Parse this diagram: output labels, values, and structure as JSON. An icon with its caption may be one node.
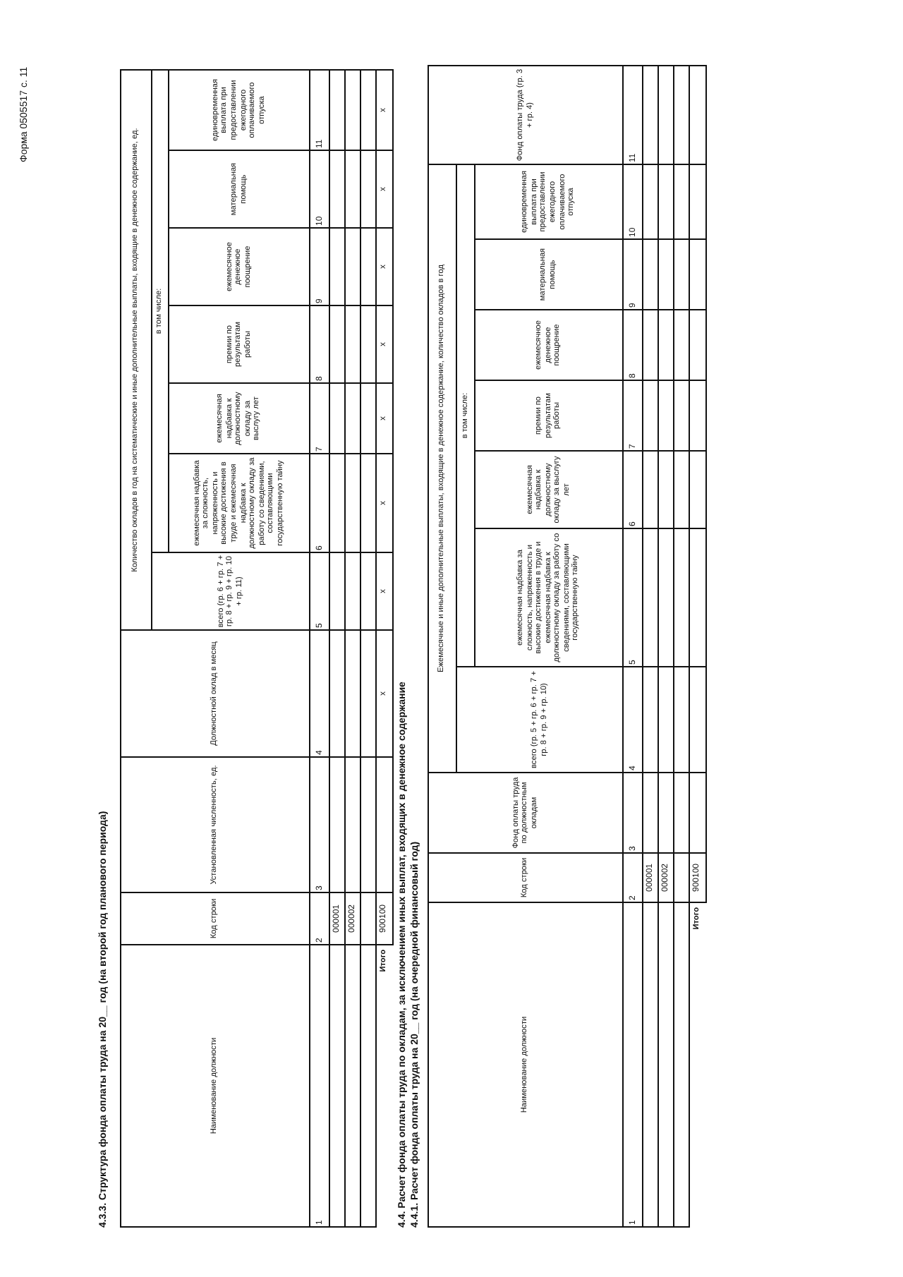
{
  "diagram": {
    "labels": [
      "Форма 0505517 с. 11",
      "4.3.3. Структура фонда оплаты труда на 20__ год (на второй год планового периода)",
      "Наименование должности",
      "Код строки",
      "Установленная численность, ед.",
      "Должностной оклад в месяц",
      "Количество окладов в год на систематические и иные дополнительные выплаты, входящие в денежное содержание, ед.",
      "всего (гр. 6 + гр. 7 + гр. 8 + гр. 9 + гр. 10 + гр. 11)",
      "в том числе:",
      "ежемесячная надбавка за сложность, напряженность и высокие достижения в труде и ежемесячная надбавка к должностному окладу за работу со сведениями, составляющими государственную тайну",
      "ежемесячная надбавка к должностному окладу за выслугу лет",
      "премии по результатам работы",
      "ежемесячное денежное поощрение",
      "материальная помощь",
      "единовременная выплата при предоставлении ежегодного оплачиваемого отпуска",
      "1",
      "2",
      "3",
      "4",
      "5",
      "6",
      "7",
      "8",
      "9",
      "10",
      "11",
      "000001",
      "000002",
      "Итого",
      "900100",
      "х",
      "х",
      "х",
      "х",
      "х",
      "х",
      "х",
      "х",
      "4.4. Расчет фонда оплаты труда по окладам, за исключением иных выплат, входящих в денежное содержание",
      "4.4.1. Расчет фонда оплаты труда на 20__ год (на очередной финансовый год)",
      "Наименование должности",
      "Код строки",
      "Фонд оплаты труда по должностным окладам",
      "Ежемесячные и иные дополнительные выплаты, входящие в денежное содержание, количество окладов в год",
      "Фонд оплаты труда (гр. 3 + гр. 4)",
      "всего (гр. 5 + гр. 6 + гр. 7 + гр. 8 + гр. 9 + гр. 10)",
      "в том числе:",
      "ежемесячная надбавка за сложность, напряженность и высокие достижения в труде и ежемесячная надбавка к должностному окладу за работу со сведениями, составляющими государственную тайну",
      "ежемесячная надбавка к должностному окладу за выслугу лет",
      "премии по результатам работы",
      "ежемесячное денежное поощрение",
      "материальная помощь",
      "единовременная выплата при предоставлении ежегодного оплачиваемого отпуска",
      "1",
      "2",
      "3",
      "4",
      "5",
      "6",
      "7",
      "8",
      "9",
      "10",
      "11",
      "000001",
      "000002",
      "Итого",
      "900100"
    ]
  }
}
